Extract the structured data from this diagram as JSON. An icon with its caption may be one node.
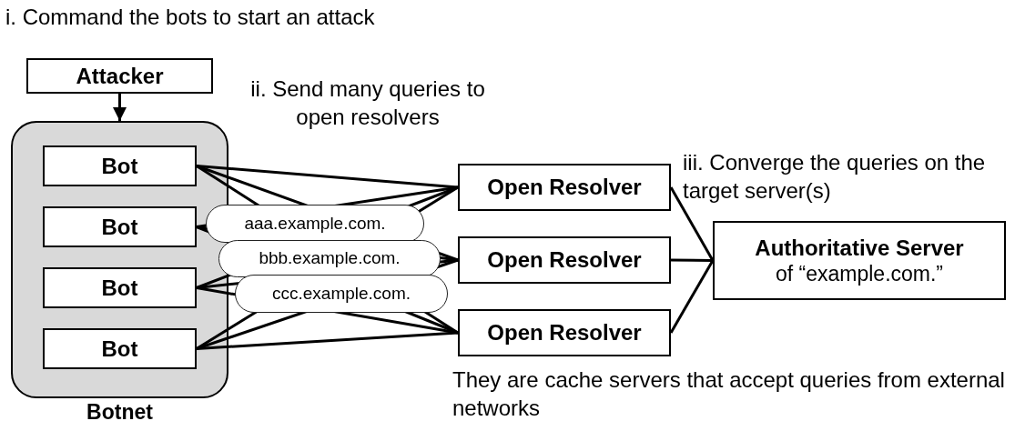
{
  "diagram": {
    "nodes": [
      {
        "text": [
          "Botnet"
        ]
      },
      {
        "text": [
          "Bot"
        ],
        "in": 0
      },
      {
        "text": [
          "Bot"
        ],
        "in": 0
      },
      {
        "text": [
          "Bot"
        ],
        "in": 0
      },
      {
        "text": [
          "Bot"
        ],
        "in": 0
      },
      {
        "text": [
          "Attacker"
        ]
      },
      {
        "text": [
          "Open Resolver"
        ]
      },
      {
        "text": [
          "Open Resolver"
        ]
      },
      {
        "text": [
          "Open Resolver"
        ]
      },
      {
        "text": [
          "Authoritative Server",
          "of “example.com.”"
        ]
      }
    ],
    "edges": [
      {
        "from": 5,
        "to": 0,
        "arrow": "to"
      },
      {
        "from": 1,
        "to": 6,
        "arrow": "none"
      },
      {
        "from": 1,
        "to": 7,
        "arrow": "none"
      },
      {
        "from": 1,
        "to": 8,
        "arrow": "none"
      },
      {
        "from": 2,
        "to": 6,
        "arrow": "none",
        "label": "aaa.example.com."
      },
      {
        "from": 2,
        "to": 7,
        "arrow": "none",
        "label": "bbb.example.com."
      },
      {
        "from": 2,
        "to": 8,
        "arrow": "none"
      },
      {
        "from": 3,
        "to": 6,
        "arrow": "none"
      },
      {
        "from": 3,
        "to": 7,
        "arrow": "none"
      },
      {
        "from": 3,
        "to": 8,
        "arrow": "none",
        "label": "ccc.example.com."
      },
      {
        "from": 4,
        "to": 6,
        "arrow": "none"
      },
      {
        "from": 4,
        "to": 7,
        "arrow": "none"
      },
      {
        "from": 4,
        "to": 8,
        "arrow": "none"
      },
      {
        "from": 6,
        "to": 9,
        "arrow": "none"
      },
      {
        "from": 7,
        "to": 9,
        "arrow": "none"
      },
      {
        "from": 8,
        "to": 9,
        "arrow": "none"
      }
    ],
    "labels": [
      "i.  Command the bots to start an attack",
      "ii. Send many queries to open resolvers",
      "iii.  Converge the queries on the target server(s)",
      "They are cache servers that accept queries from external networks"
    ]
  }
}
